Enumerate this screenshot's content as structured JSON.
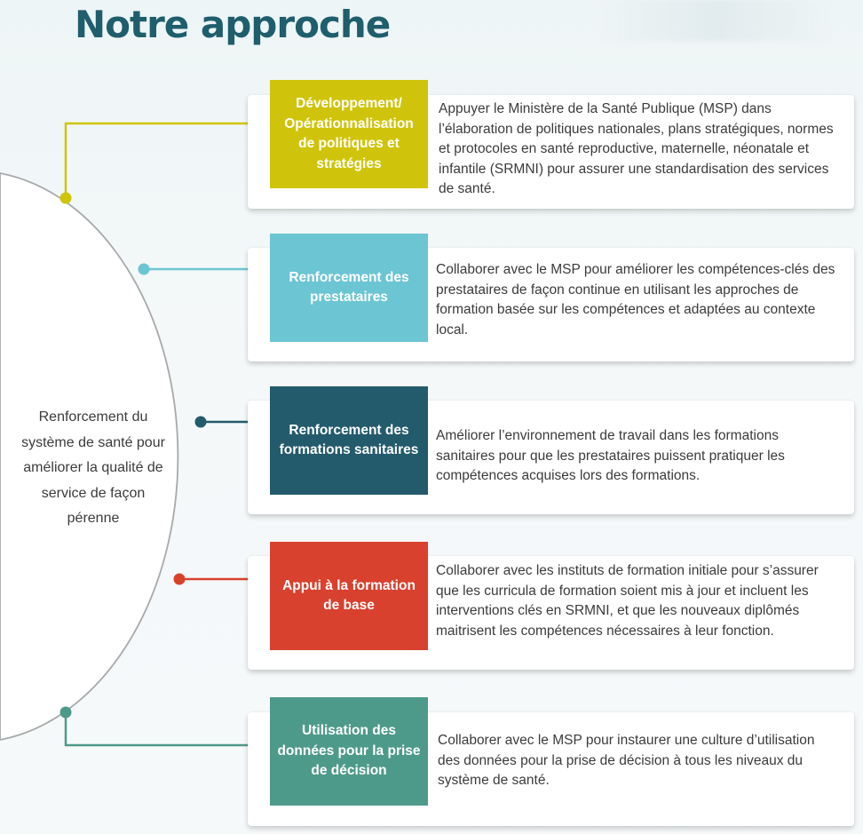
{
  "page": {
    "title": "Notre approche",
    "center_text": "Renforcement du système de santé pour améliorer la qualité de service de façon pérenne"
  },
  "pillars": [
    {
      "label": "Développement/ Opérationnalisation de politiques et stratégies",
      "description": "Appuyer le Ministère de la Santé Publique (MSP) dans l’élaboration de politiques nationales, plans stratégiques, normes et protocoles en santé reproductive, maternelle, néonatale et infantile (SRMNI) pour assurer une standardisation des services de santé.",
      "color": "#cfc40b"
    },
    {
      "label": "Renforcement des prestataires",
      "description": "Collaborer avec le MSP pour améliorer les compétences-clés des prestataires de façon continue en utilisant les approches de formation basée sur les compétences et adaptées au contexte local.",
      "color": "#6cc5d3"
    },
    {
      "label": "Renforcement des formations sanitaires",
      "description": "Améliorer l’environnement de travail dans les formations sanitaires pour que les prestataires puissent pratiquer les compétences acquises lors des formations.",
      "color": "#235b6c"
    },
    {
      "label": "Appui à la formation de base",
      "description": "Collaborer avec les instituts de formation initiale pour s’assurer que les curricula de formation soient mis à jour et incluent les interventions clés en SRMNI, et que les nouveaux diplômés maitrisent les compétences nécessaires à leur fonction.",
      "color": "#d9412f"
    },
    {
      "label": "Utilisation des données pour la prise de décision",
      "description": "Collaborer avec le MSP pour instaurer une culture d’utilisation des données pour la prise de décision à tous les niveaux du système de santé.",
      "color": "#4e9a8a"
    }
  ]
}
